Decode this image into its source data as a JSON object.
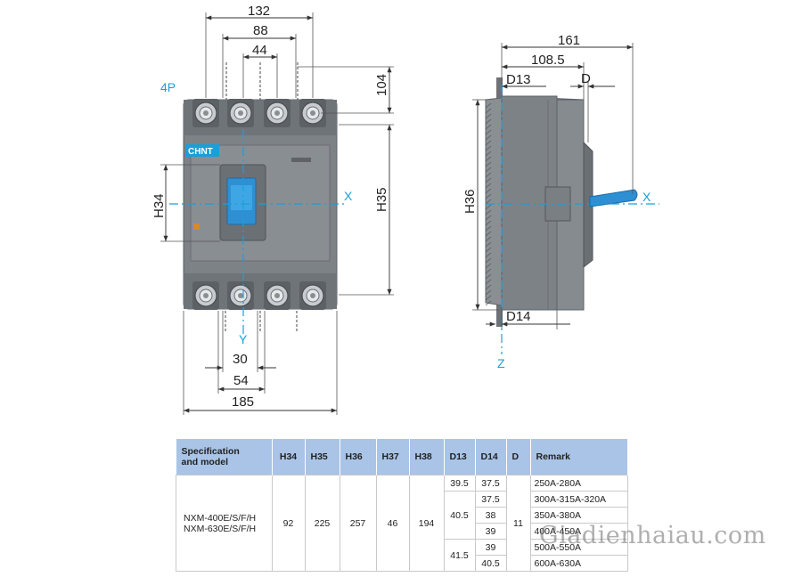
{
  "front_view": {
    "label_4p": "4P",
    "dim_132": "132",
    "dim_88": "88",
    "dim_44": "44",
    "dim_104": "104",
    "dim_h34": "H34",
    "dim_h35": "H35",
    "dim_30": "30",
    "dim_54": "54",
    "dim_185": "185",
    "axis_x": "X",
    "axis_y": "Y",
    "brand": "CHNT"
  },
  "side_view": {
    "dim_161": "161",
    "dim_108_5": "108.5",
    "dim_d13": "D13",
    "dim_d": "D",
    "dim_h36": "H36",
    "dim_d14": "D14",
    "axis_x": "X",
    "axis_z": "Z"
  },
  "table": {
    "headers": [
      "Specification and model",
      "H34",
      "H35",
      "H36",
      "H37",
      "H38",
      "D13",
      "D14",
      "D",
      "Remark"
    ],
    "header_spec_line1": "Specification",
    "header_spec_line2": "and model",
    "model_line1": "NXM-400E/S/F/H",
    "model_line2": "NXM-630E/S/F/H",
    "h34": "92",
    "h35": "225",
    "h36": "257",
    "h37": "46",
    "h38": "194",
    "d": "11",
    "d13_values": [
      "39.5",
      "40.5",
      "41.5"
    ],
    "d14_values": [
      "37.5",
      "37.5",
      "38",
      "39",
      "39",
      "40.5"
    ],
    "remarks": [
      "250A-280A",
      "300A-315A-320A",
      "350A-380A",
      "400A-450A",
      "500A-550A",
      "600A-630A"
    ]
  },
  "watermark": "Giadienhaiau.com",
  "colors": {
    "body_gray": "#7d8287",
    "accent_blue": "#1a9fd8",
    "header_blue": "#a9c4e6"
  }
}
